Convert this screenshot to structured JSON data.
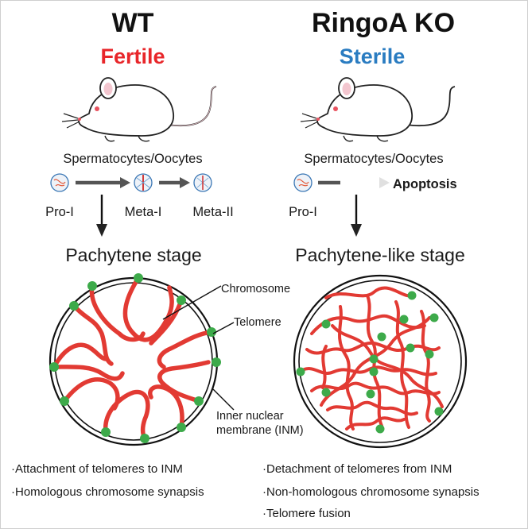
{
  "wt": {
    "title": "WT",
    "fertility": "Fertile",
    "cell_type": "Spermatocytes/Oocytes",
    "stages": [
      "Pro-I",
      "Meta-I",
      "Meta-II"
    ],
    "pachytene_label": "Pachytene stage",
    "callouts": {
      "chromosome": "Chromosome",
      "telomere": "Telomere",
      "inm_line1": "Inner nuclear",
      "inm_line2": "membrane (INM)"
    },
    "bullets": [
      "·Attachment of telomeres to INM",
      "·Homologous chromosome synapsis"
    ]
  },
  "ko": {
    "title": "RingoA KO",
    "fertility": "Sterile",
    "cell_type": "Spermatocytes/Oocytes",
    "stage": "Pro-I",
    "outcome": "Apoptosis",
    "pachytene_label": "Pachytene-like stage",
    "bullets": [
      "·Detachment of telomeres from INM",
      "·Non-homologous chromosome synapsis",
      "·Telomere fusion"
    ]
  },
  "colors": {
    "fertile": "#e8262a",
    "sterile": "#2a7cc1",
    "chromosome": "#e23a33",
    "telomere": "#3daa4a",
    "arrow": "#555555"
  }
}
